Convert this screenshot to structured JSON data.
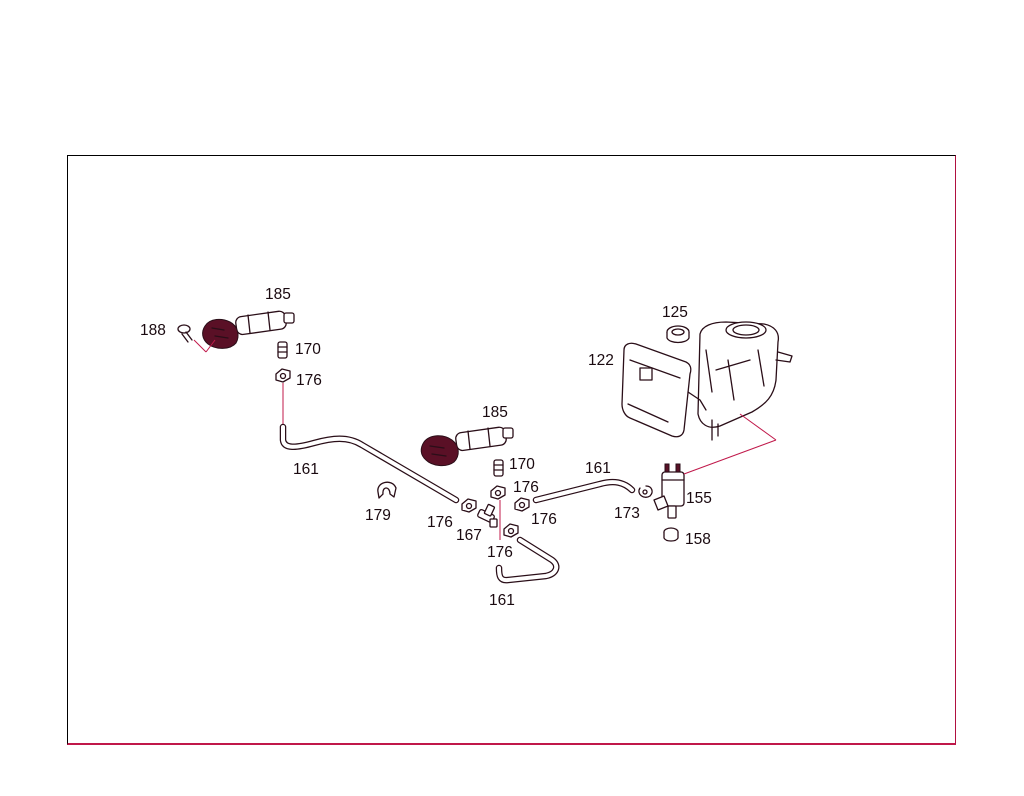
{
  "labels": {
    "p188": "188",
    "p185a": "185",
    "p170a": "170",
    "p176a": "176",
    "p161a": "161",
    "p179": "179",
    "p176b": "176",
    "p167": "167",
    "p185b": "185",
    "p170b": "170",
    "p176c": "176",
    "p176d": "176",
    "p176e": "176",
    "p161b": "161",
    "p161c": "161",
    "p173": "173",
    "p125": "125",
    "p122": "122",
    "p155": "155",
    "p158": "158"
  }
}
